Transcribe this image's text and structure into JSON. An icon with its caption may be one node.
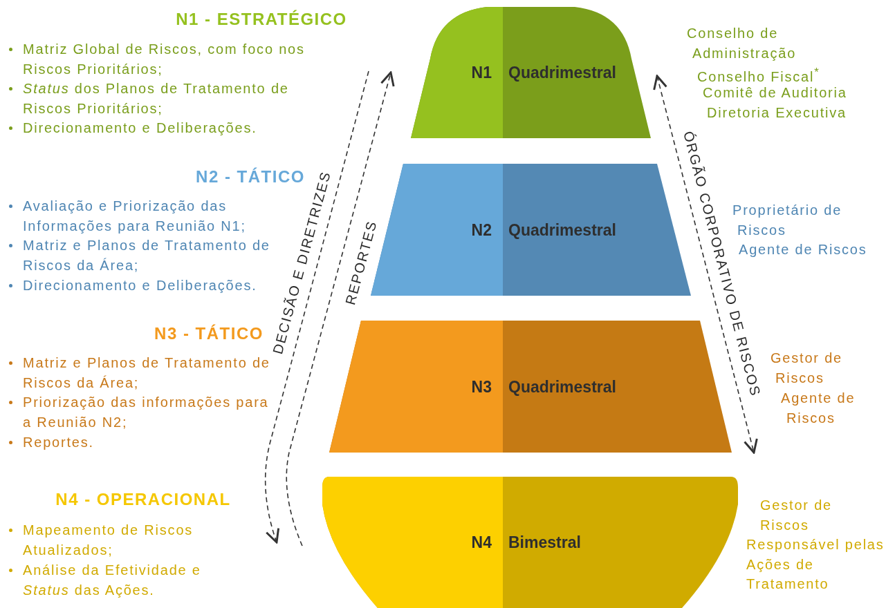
{
  "diagram": {
    "nodes": [
      {
        "text": [
          "N1",
          "Quadrimestral"
        ],
        "beside": [
          "Conselho de Administração",
          "Conselho Fiscal$^{*}$",
          "Comitê de Auditoria",
          "Diretoria Executiva"
        ]
      },
      {
        "text": [
          "N2",
          "Quadrimestral"
        ],
        "beside": [
          "Proprietário de Riscos",
          "Agente de Riscos"
        ]
      },
      {
        "text": [
          "N3",
          "Quadrimestral"
        ],
        "beside": [
          "Gestor de Riscos",
          "Agente de Riscos"
        ]
      },
      {
        "text": [
          "N4",
          "Bimestral"
        ],
        "beside": [
          "Gestor de Riscos",
          "Responsável pelas Ações de Tratamento"
        ]
      }
    ],
    "labels": [
      "N1 - ESTRATÉGICO",
      "Matriz Global de Riscos, com foco nos Riscos Prioritários;",
      "*Status* dos Planos de Tratamento de Riscos Prioritários;",
      "Direcionamento e Deliberações.",
      "N2 - TÁTICO",
      "Avaliação e Priorização das Informações para Reunião N1;",
      "Matriz e Planos de Tratamento de Riscos da Área;",
      "Direcionamento e Deliberações.",
      "N3 - TÁTICO",
      "Matriz e Planos de Tratamento de Riscos da Área;",
      "Priorização das informações para a Reunião N2;",
      "Reportes.",
      "N4 - OPERACIONAL",
      "Mapeamento de Riscos Atualizados;",
      "Análise da Efetividade e *Status* das Ações.",
      "DECISÃO E DIRETRIZES",
      "REPORTES",
      "ÓRGÃO CORPORATIVO DE RISCOS"
    ]
  }
}
